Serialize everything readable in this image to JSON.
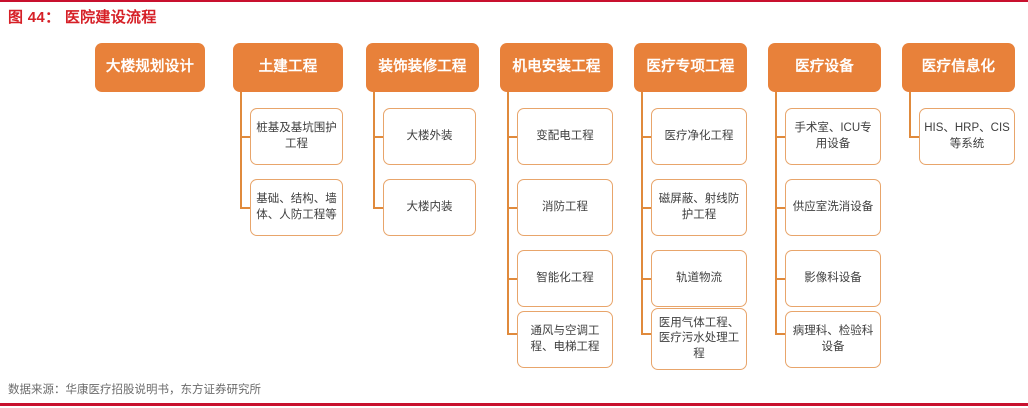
{
  "figure": {
    "title": "图 44： 医院建设流程",
    "source": "数据来源：华康医疗招股说明书，东方证券研究所",
    "accent_color": "#D62027",
    "box_color": "#E8813A",
    "sub_border_color": "#E8A56B",
    "connector_color": "#E08A3C"
  },
  "chart_data": {
    "type": "diagram",
    "title": "图 44： 医院建设流程",
    "layout": "horizontal-stage-flow-with-subitems",
    "columns": [
      {
        "header": "大楼规划设计",
        "items": []
      },
      {
        "header": "土建工程",
        "items": [
          "桩基及基坑围护工程",
          "基础、结构、墙体、人防工程等"
        ]
      },
      {
        "header": "装饰装修工程",
        "items": [
          "大楼外装",
          "大楼内装"
        ]
      },
      {
        "header": "机电安装工程",
        "items": [
          "变配电工程",
          "消防工程",
          "智能化工程",
          "通风与空调工程、电梯工程"
        ]
      },
      {
        "header": "医疗专项工程",
        "items": [
          "医疗净化工程",
          "磁屏蔽、射线防护工程",
          "轨道物流",
          "医用气体工程、医疗污水处理工程"
        ]
      },
      {
        "header": "医疗设备",
        "items": [
          "手术室、ICU专用设备",
          "供应室洗消设备",
          "影像科设备",
          "病理科、检验科设备"
        ]
      },
      {
        "header": "医疗信息化",
        "items": [
          "HIS、HRP、CIS等系统"
        ]
      }
    ]
  },
  "cols": {
    "c0": {
      "header": "大楼规划设计"
    },
    "c1": {
      "header": "土建工程",
      "i0": "桩基及基坑围护工程",
      "i1": "基础、结构、墙体、人防工程等"
    },
    "c2": {
      "header": "装饰装修工程",
      "i0": "大楼外装",
      "i1": "大楼内装"
    },
    "c3": {
      "header": "机电安装工程",
      "i0": "变配电工程",
      "i1": "消防工程",
      "i2": "智能化工程",
      "i3": "通风与空调工程、电梯工程"
    },
    "c4": {
      "header": "医疗专项工程",
      "i0": "医疗净化工程",
      "i1": "磁屏蔽、射线防护工程",
      "i2": "轨道物流",
      "i3": "医用气体工程、医疗污水处理工程"
    },
    "c5": {
      "header": "医疗设备",
      "i0": "手术室、ICU专用设备",
      "i1": "供应室洗消设备",
      "i2": "影像科设备",
      "i3": "病理科、检验科设备"
    },
    "c6": {
      "header": "医疗信息化",
      "i0": "HIS、HRP、CIS等系统"
    }
  }
}
